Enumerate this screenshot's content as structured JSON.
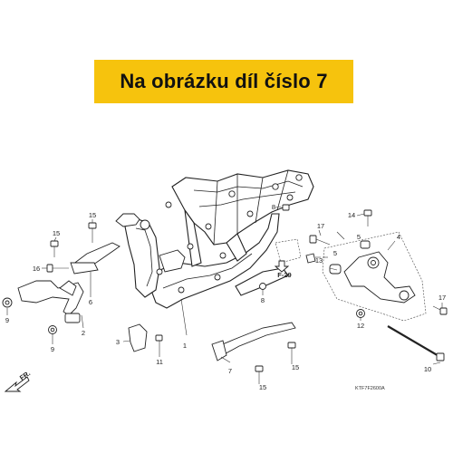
{
  "banner": {
    "text": "Na obrázku díl číslo 7"
  },
  "callouts": [
    {
      "id": "c1",
      "text": "1"
    },
    {
      "id": "c2",
      "text": "2"
    },
    {
      "id": "c3",
      "text": "3"
    },
    {
      "id": "c4",
      "text": "4"
    },
    {
      "id": "c5a",
      "text": "5"
    },
    {
      "id": "c5b",
      "text": "5"
    },
    {
      "id": "c6",
      "text": "6"
    },
    {
      "id": "c7",
      "text": "7"
    },
    {
      "id": "c8a",
      "text": "8"
    },
    {
      "id": "c8b",
      "text": "8"
    },
    {
      "id": "c9a",
      "text": "9"
    },
    {
      "id": "c9b",
      "text": "9"
    },
    {
      "id": "c10",
      "text": "10"
    },
    {
      "id": "c11",
      "text": "11"
    },
    {
      "id": "c12",
      "text": "12"
    },
    {
      "id": "c13",
      "text": "13"
    },
    {
      "id": "c14",
      "text": "14"
    },
    {
      "id": "c15a",
      "text": "15"
    },
    {
      "id": "c15b",
      "text": "15"
    },
    {
      "id": "c15c",
      "text": "15"
    },
    {
      "id": "c15d",
      "text": "15"
    },
    {
      "id": "c16",
      "text": "16"
    },
    {
      "id": "c17a",
      "text": "17"
    },
    {
      "id": "c17b",
      "text": "17"
    }
  ],
  "reference": {
    "text": "F-29"
  },
  "direction": {
    "text": "FR."
  },
  "drawing_code": {
    "text": "KTF7F2600A"
  },
  "colors": {
    "banner": "#f6c30d",
    "ink": "#222222"
  }
}
